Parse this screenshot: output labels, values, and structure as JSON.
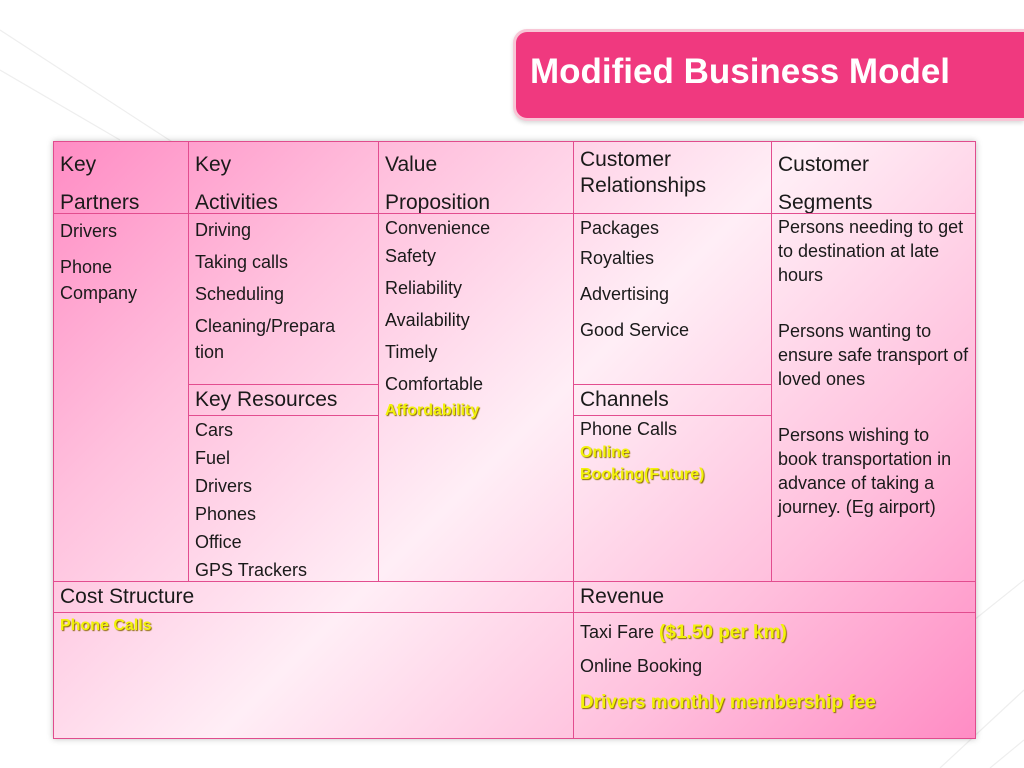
{
  "title": "Modified Business Model",
  "key_partners": {
    "header": [
      "Key",
      "Partners"
    ],
    "items": [
      "Drivers",
      "Phone",
      "Company"
    ]
  },
  "key_activities": {
    "header": [
      "Key",
      "Activities"
    ],
    "items": [
      "Driving",
      "Taking calls",
      "Scheduling",
      "Cleaning/Prepara",
      "tion"
    ]
  },
  "value_proposition": {
    "header": [
      "Value",
      "Proposition"
    ],
    "items": [
      "Convenience",
      "Safety",
      "Reliability",
      "Availability",
      "Timely",
      "Comfortable"
    ],
    "highlight": "Affordability"
  },
  "customer_relationships": {
    "header": [
      "Customer",
      "Relationships"
    ],
    "items": [
      "Packages",
      "Royalties",
      "Advertising",
      "Good Service"
    ]
  },
  "customer_segments": {
    "header": [
      "Customer",
      "Segments"
    ],
    "items": [
      "Persons needing to get to destination at late hours",
      "Persons wanting to ensure safe transport of loved ones",
      "Persons wishing to book transportation in advance of taking a journey. (Eg airport)"
    ]
  },
  "key_resources": {
    "header": "Key Resources",
    "items": [
      "Cars",
      "Fuel",
      "Drivers",
      "Phones",
      "Office",
      "GPS Trackers"
    ]
  },
  "channels": {
    "header": "Channels",
    "items": [
      "Phone Calls"
    ],
    "highlight": "Online Booking(Future)"
  },
  "cost_structure": {
    "header": "Cost Structure",
    "highlight": "Phone Calls"
  },
  "revenue": {
    "header": "Revenue",
    "taxi_fare": "Taxi Fare",
    "taxi_fare_rate": "($1.50 per km)",
    "online_booking": "Online Booking",
    "membership": "Drivers monthly membership fee"
  },
  "colors": {
    "title_bg": "#f0397f",
    "border": "#e24d8f",
    "highlight": "#f2f20a"
  }
}
